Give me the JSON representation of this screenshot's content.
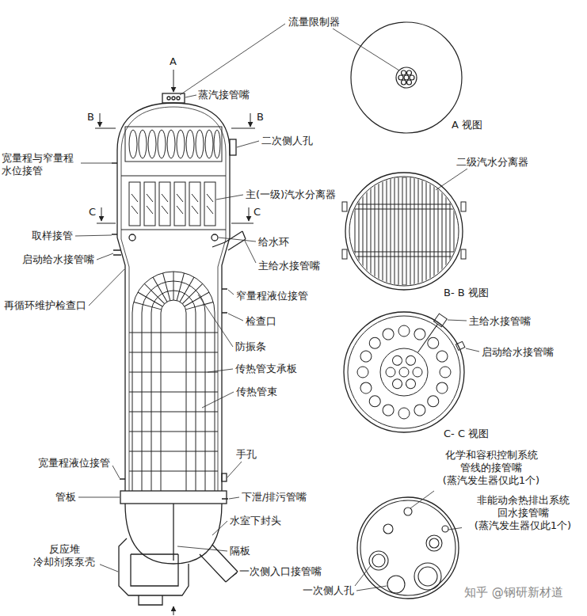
{
  "diagram": {
    "labels": [
      "流量限制器",
      "A",
      "蒸汽接管嘴",
      "B",
      "B",
      "二次侧人孔",
      "宽量程与窄量程 水位接管",
      "主(一级)汽水分离器",
      "C",
      "C",
      "取样接管",
      "给水环",
      "启动给水接管嘴",
      "主给水接管嘴",
      "窄量程液位接管",
      "再循环维护检查口",
      "检查口",
      "防振条",
      "传热管支承板",
      "传热管束",
      "手孔",
      "宽量程液位接管",
      "管板",
      "下泄/排污管嘴",
      "水室下封头",
      "反应堆 冷却剂泵泵壳",
      "隔板",
      "一次侧入口接管嘴",
      "A 视图",
      "二级汽水分离器",
      "B- B 视图",
      "主给水接管嘴",
      "启动给水接管嘴",
      "C- C 视图",
      "化学和容积控制系统 管线的接管嘴 (蒸汽发生器仅此1个)",
      "非能动余热排出系统 回水接管嘴 (蒸汽发生器仅此1个)",
      "一次侧人孔",
      "知乎 @钢研新材道"
    ]
  }
}
